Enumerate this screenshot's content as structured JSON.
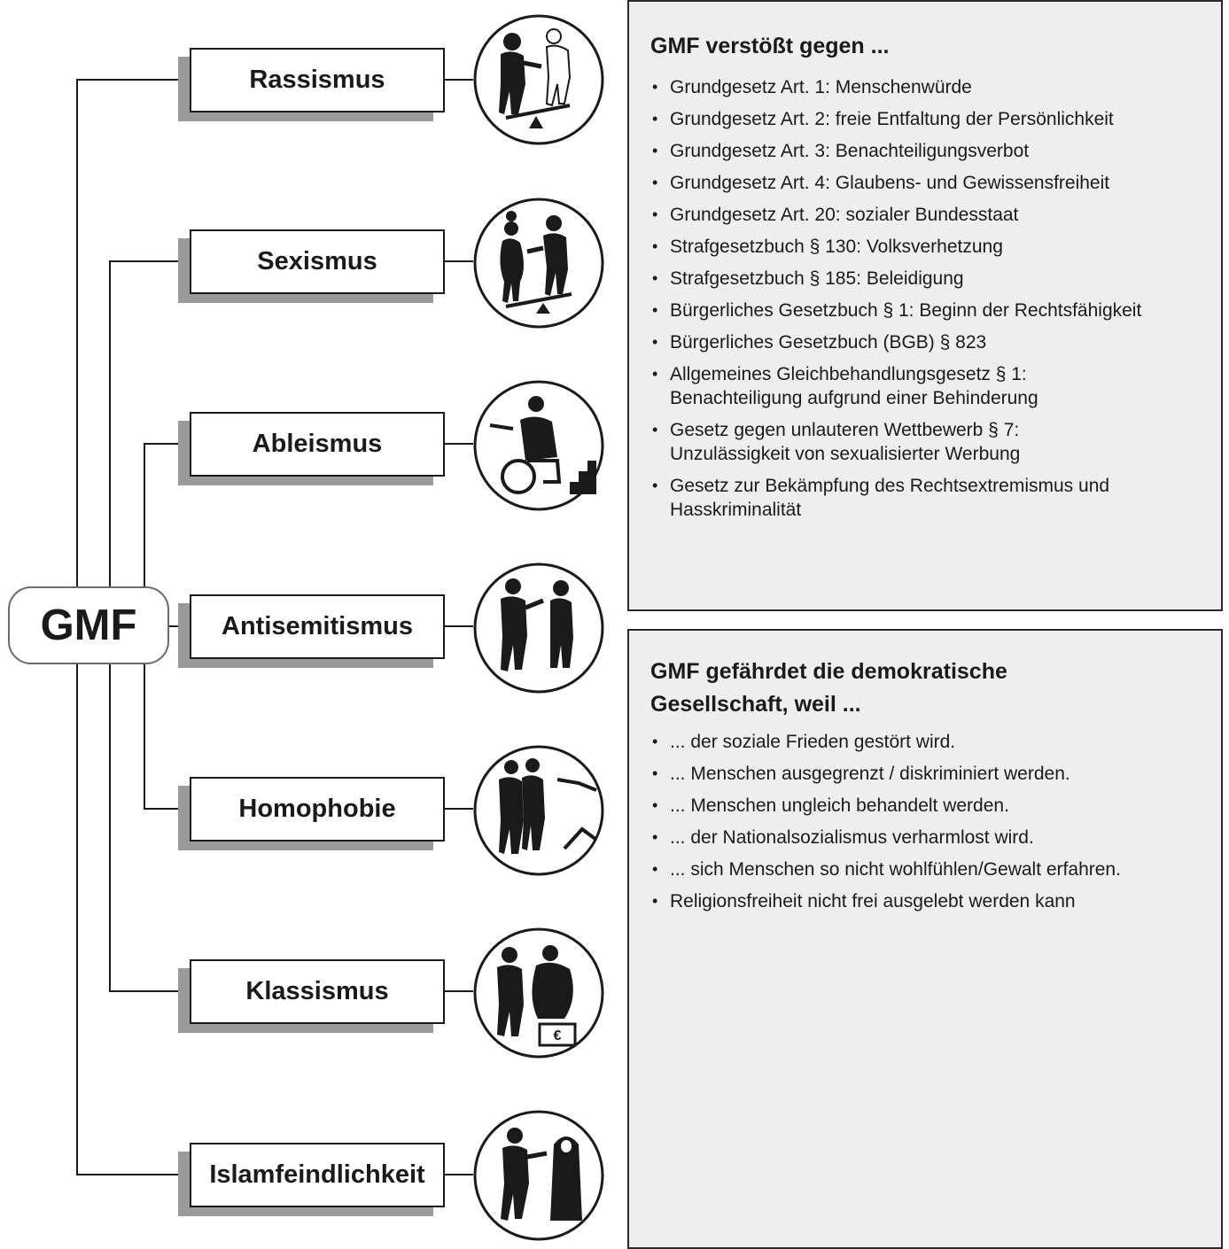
{
  "root": {
    "label": "GMF"
  },
  "categories": [
    {
      "label": "Rassismus",
      "icon": "racism-scale-icon"
    },
    {
      "label": "Sexismus",
      "icon": "sexism-scale-icon"
    },
    {
      "label": "Ableismus",
      "icon": "wheelchair-stairs-icon"
    },
    {
      "label": "Antisemitismus",
      "icon": "pointing-figures-icon"
    },
    {
      "label": "Homophobie",
      "icon": "pointing-couple-icon"
    },
    {
      "label": "Klassismus",
      "icon": "euro-pedestal-icon"
    },
    {
      "label": "Islamfeindlichkeit",
      "icon": "veiled-woman-icon"
    }
  ],
  "law_panel": {
    "title": "GMF verstößt gegen ...",
    "items": [
      "Grundgesetz Art. 1: Menschenwürde",
      "Grundgesetz Art. 2: freie Entfaltung der Persönlichkeit",
      "Grundgesetz Art. 3: Benachteiligungsverbot",
      "Grundgesetz Art. 4: Glaubens- und Gewissensfreiheit",
      "Grundgesetz Art. 20: sozialer Bundesstaat",
      "Strafgesetzbuch § 130: Volksverhetzung",
      "Strafgesetzbuch § 185: Beleidigung",
      "Bürgerliches Gesetzbuch § 1: Beginn der Rechtsfähigkeit",
      "Bürgerliches Gesetzbuch (BGB) § 823",
      "Allgemeines Gleichbehandlungsgesetz § 1: Benachteiligung aufgrund einer Behinderung",
      "Gesetz gegen unlauteren Wettbewerb § 7: Unzulässigkeit von sexualisierter Werbung",
      "Gesetz zur Bekämpfung des Rechtsextremismus und Hasskriminalität"
    ]
  },
  "democracy_panel": {
    "title": "GMF gefährdet die demokratische Gesellschaft, weil ...",
    "items": [
      "... der soziale Frieden gestört wird.",
      "... Menschen ausgegrenzt / diskriminiert werden.",
      "... Menschen ungleich behandelt werden.",
      "... der Nationalsozialismus verharmlost wird.",
      "... sich Menschen so nicht wohlfühlen/Gewalt erfahren.",
      "Religionsfreiheit nicht frei ausgelebt werden kann"
    ]
  },
  "colors": {
    "line": "#1a1a1a",
    "shadow": "#9a9a9a",
    "panel_bg": "#edeeed",
    "root_border": "#6b6b6b"
  }
}
